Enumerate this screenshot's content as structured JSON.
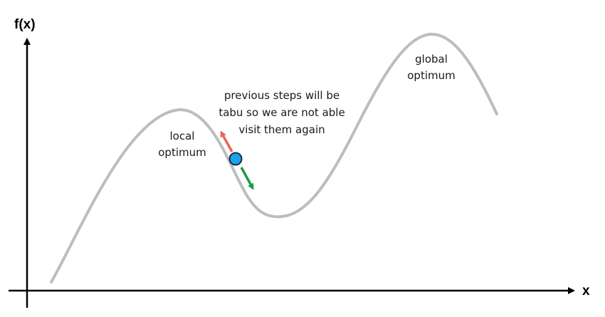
{
  "axes": {
    "y_label": "f(x)",
    "x_label": "x"
  },
  "annotations": {
    "local_line1": "local",
    "local_line2": "optimum",
    "global_line1": "global",
    "global_line2": "optimum",
    "tabu_line1": "previous steps will be",
    "tabu_line2": "tabu so we are not able",
    "tabu_line3": "visit them again"
  },
  "colors": {
    "curve": "#bdbdbd",
    "axis": "#000000",
    "point_fill": "#1aa3e8",
    "point_stroke": "#1f2a44",
    "tabu_arrow": "#e8645c",
    "allowed_arrow": "#1d9a4a"
  }
}
